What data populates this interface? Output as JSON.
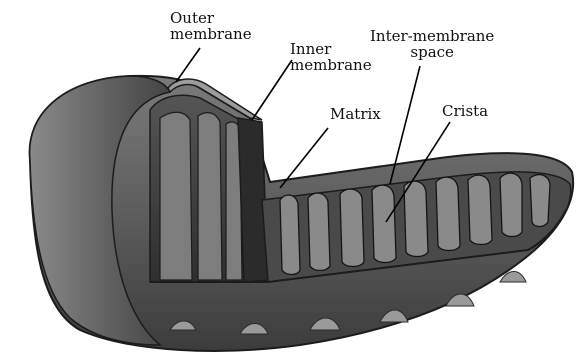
{
  "labels": {
    "outer_membrane": [
      "Outer",
      "membrane"
    ],
    "inner_membrane": [
      "Inner",
      "membrane"
    ],
    "intermembrane_space": [
      "Inter-membrane",
      "space"
    ],
    "matrix": "Matrix",
    "crista": "Crista"
  },
  "colors": {
    "outer_surface": "#6b6b6b",
    "inner_shading": "#3f3f3f",
    "highlight": "#a8a8a8",
    "dark": "#1c1c1c",
    "leader_line": "#000000"
  }
}
